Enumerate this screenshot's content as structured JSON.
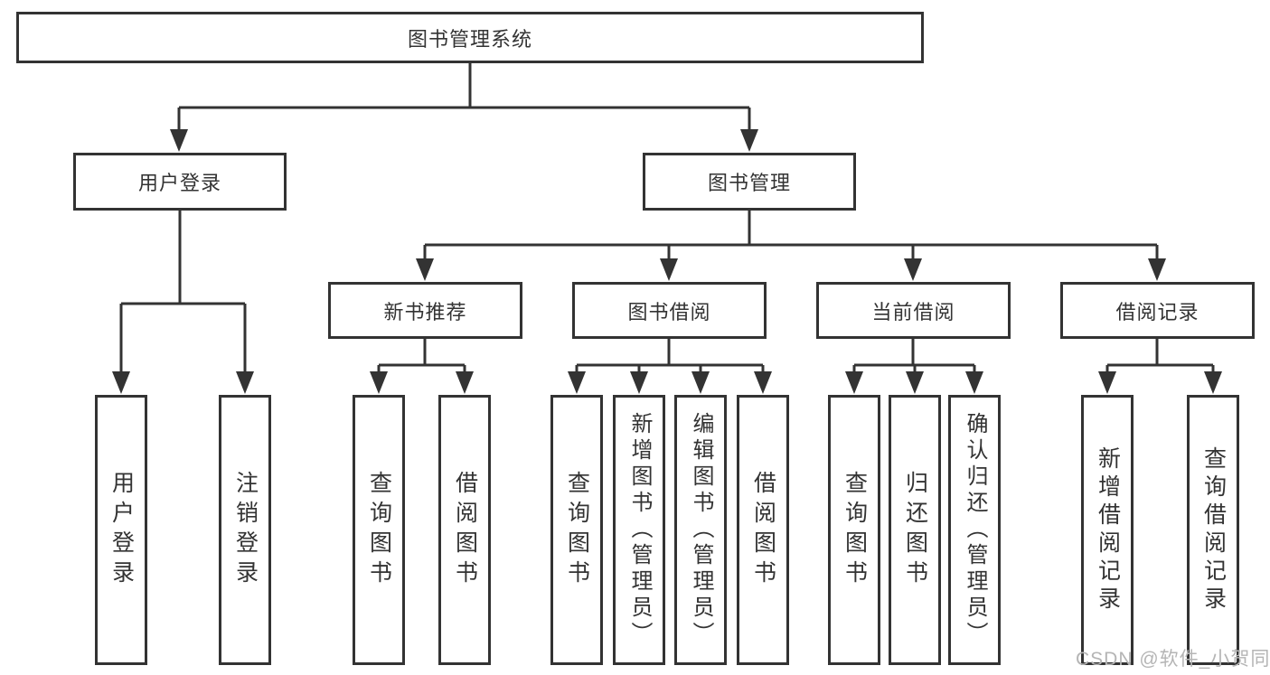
{
  "diagram": {
    "title": "图书管理系统",
    "level2": [
      "用户登录",
      "图书管理"
    ],
    "level3": [
      "新书推荐",
      "图书借阅",
      "当前借阅",
      "借阅记录"
    ],
    "leaves": {
      "login": [
        "用户登录",
        "注销登录"
      ],
      "newbook": [
        "查询图书",
        "借阅图书"
      ],
      "borrow": [
        "查询图书",
        "新增图书（管理员）",
        "编辑图书（管理员）",
        "借阅图书"
      ],
      "current": [
        "查询图书",
        "归还图书",
        "确认归还（管理员）"
      ],
      "records": [
        "新增借阅记录",
        "查询借阅记录"
      ]
    },
    "watermark": "CSDN @软件_小贺同学",
    "colors": {
      "line": "#333333",
      "text": "#333333",
      "watermark": "#b5b5b5",
      "background": "#ffffff"
    }
  }
}
